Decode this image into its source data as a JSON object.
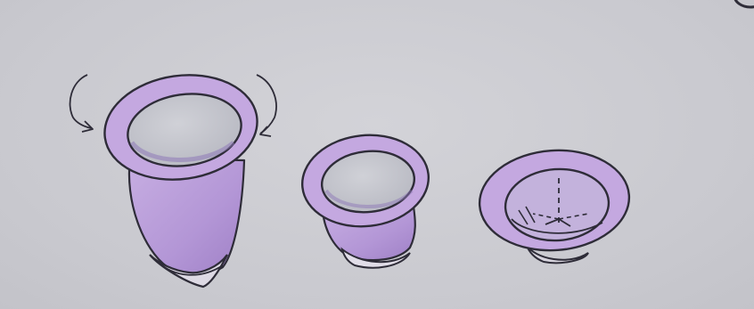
{
  "illustration": {
    "steps": [
      {
        "name": "cup-unfolded"
      },
      {
        "name": "cup-rim-rolled"
      },
      {
        "name": "cup-fully-rolled"
      }
    ],
    "colors": {
      "background": "#cdcdd2",
      "body_purple": "#b79ad6",
      "rim_purple": "#c3a7df",
      "inner_gray": "#c8c9d0",
      "outline": "#2e2c38"
    },
    "icons": [
      "rotate-left-arrow-icon",
      "rotate-right-arrow-icon"
    ]
  }
}
